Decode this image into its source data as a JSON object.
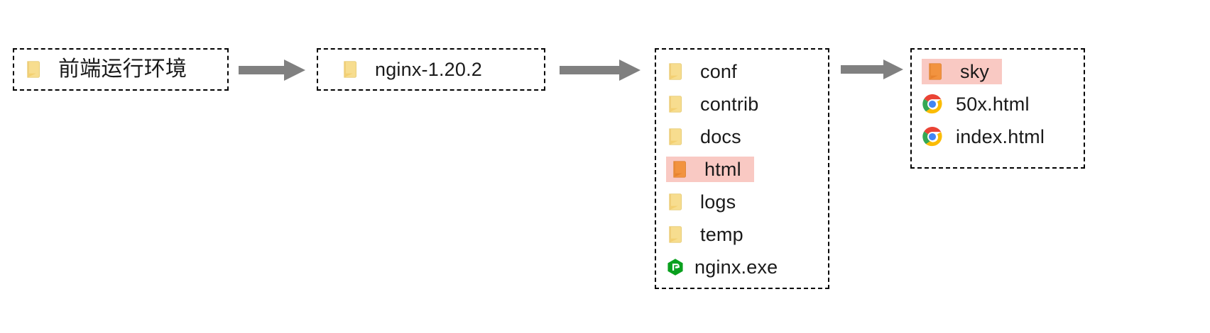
{
  "diagram": {
    "title": "nginx directory structure flow",
    "colors": {
      "folder_normal": "#f5d87f",
      "folder_highlight": "#f0903c",
      "highlight_bg": "#f9c9c3",
      "arrow": "#808080",
      "border": "#000000",
      "text": "#1a1a1a",
      "nginx_green": "#009639"
    },
    "nodes": [
      {
        "id": "node-1",
        "items": [
          {
            "label": "前端运行环境",
            "icon": "folder-icon",
            "highlighted": false,
            "cjk": true
          }
        ]
      },
      {
        "id": "node-2",
        "items": [
          {
            "label": "nginx-1.20.2",
            "icon": "folder-icon",
            "highlighted": false,
            "cjk": false
          }
        ]
      },
      {
        "id": "node-3",
        "items": [
          {
            "label": "conf",
            "icon": "folder-icon",
            "highlighted": false,
            "cjk": false
          },
          {
            "label": "contrib",
            "icon": "folder-icon",
            "highlighted": false,
            "cjk": false
          },
          {
            "label": "docs",
            "icon": "folder-icon",
            "highlighted": false,
            "cjk": false
          },
          {
            "label": "html",
            "icon": "folder-icon-highlighted",
            "highlighted": true,
            "cjk": false
          },
          {
            "label": "logs",
            "icon": "folder-icon",
            "highlighted": false,
            "cjk": false
          },
          {
            "label": "temp",
            "icon": "folder-icon",
            "highlighted": false,
            "cjk": false
          },
          {
            "label": "nginx.exe",
            "icon": "nginx-logo-icon",
            "highlighted": false,
            "cjk": false
          }
        ]
      },
      {
        "id": "node-4",
        "items": [
          {
            "label": "sky",
            "icon": "folder-icon-highlighted",
            "highlighted": true,
            "cjk": false
          },
          {
            "label": "50x.html",
            "icon": "chrome-icon",
            "highlighted": false,
            "cjk": false
          },
          {
            "label": "index.html",
            "icon": "chrome-icon",
            "highlighted": false,
            "cjk": false
          }
        ]
      }
    ],
    "arrows": [
      {
        "id": "arrow-1",
        "from": "node-1",
        "to": "node-2",
        "direction": "right"
      },
      {
        "id": "arrow-2",
        "from": "node-2",
        "to": "node-3",
        "direction": "right"
      },
      {
        "id": "arrow-3",
        "from": "node-3",
        "to": "node-4",
        "direction": "right"
      }
    ]
  }
}
